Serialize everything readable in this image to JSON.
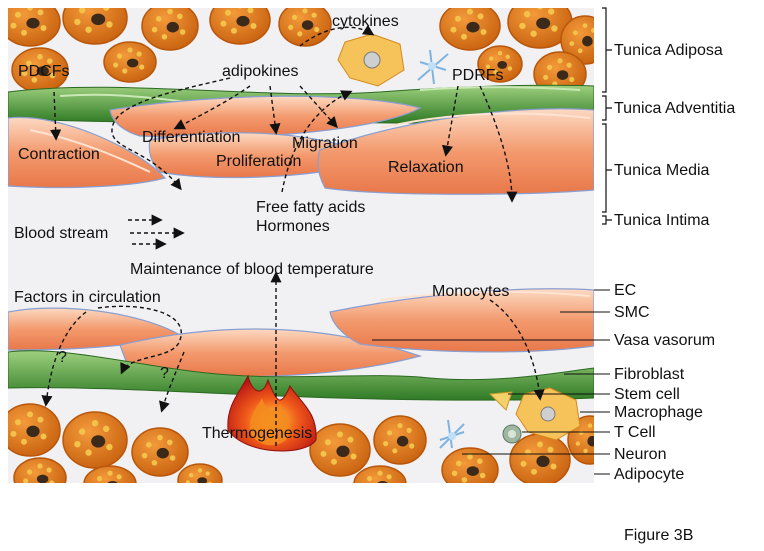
{
  "figure_label": "Figure 3B",
  "layers": {
    "adiposa": "Tunica Adiposa",
    "adventitia": "Tunica Adventitia",
    "media": "Tunica Media",
    "intima": "Tunica Intima"
  },
  "cells": {
    "ec": "EC",
    "smc": "SMC",
    "vasa": "Vasa vasorum",
    "fibroblast": "Fibroblast",
    "stem": "Stem cell",
    "macrophage": "Macrophage",
    "tcell": "T Cell",
    "neuron": "Neuron",
    "adipocyte": "Adipocyte"
  },
  "annotations": {
    "pdcfs": "PDCFs",
    "adipokines": "adipokines",
    "cytokines": "cytokines",
    "pdrfs": "PDRFs",
    "differentiation": "Differentiation",
    "migration": "Migration",
    "proliferation": "Proliferation",
    "contraction": "Contraction",
    "relaxation": "Relaxation",
    "ffa": "Free fatty acids",
    "hormones": "Hormones",
    "blood_stream": "Blood stream",
    "maintenance": "Maintenance of blood temperature",
    "factors": "Factors in circulation",
    "monocytes": "Monocytes",
    "q1": "?",
    "q2": "?",
    "thermogenesis": "Thermogenesis"
  },
  "colors": {
    "adipocyte_fill": "#e07b1e",
    "adipocyte_edge": "#b8560c",
    "nucleus": "#3b2a1a",
    "lipid": "#f3c24a",
    "smc": "#f0956a",
    "smc_light": "#fbd0b4",
    "adventitia": "#4f9a3a",
    "lumen": "#f1f1f3",
    "flame": "#d42020"
  }
}
